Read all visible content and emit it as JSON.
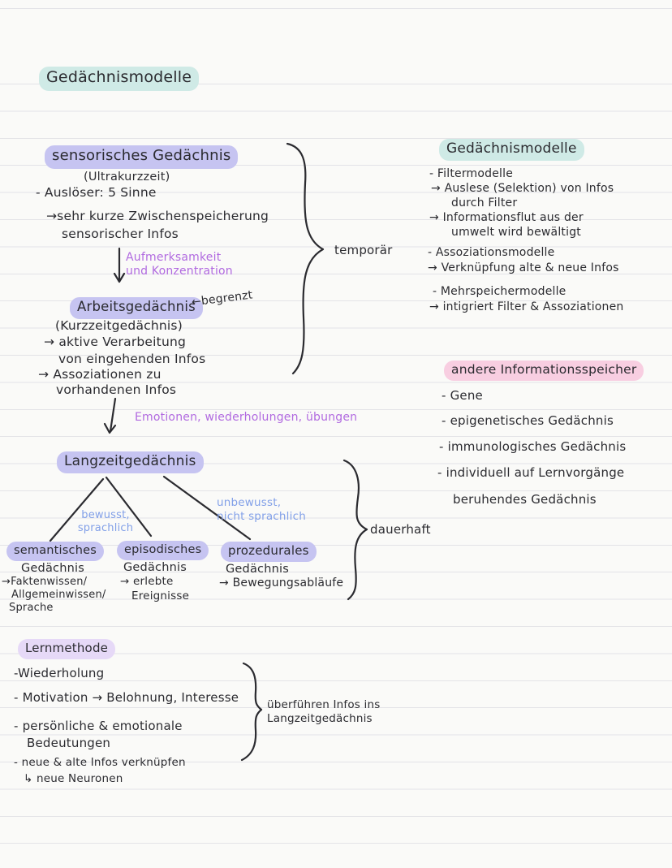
{
  "colors": {
    "paper": "#fafaf8",
    "ink": "#2b2b30",
    "ruled_line": "#e3e3e7",
    "highlight_teal": "#cfeae6",
    "highlight_periwinkle": "#c6c4f1",
    "highlight_pink": "#f8cee1",
    "highlight_lilac": "#e6d9f7",
    "accent_purple_text": "#b16ae0",
    "accent_blue_text": "#82a0e8"
  },
  "title": "Gedächnismodelle",
  "sensory": {
    "heading": "sensorisches Gedächnis",
    "subheading": "(Ultrakurzzeit)",
    "lines": [
      "- Auslöser: 5 Sinne",
      "→sehr kurze Zwischenspeicherung",
      "sensorischer Infos"
    ]
  },
  "attention_note": [
    "Aufmerksamkeit",
    "und Konzentration"
  ],
  "working": {
    "heading": "Arbeitsgedächnis",
    "annotation": "←begrenzt",
    "subheading": "(Kurzzeitgedächnis)",
    "lines": [
      "→ aktive Verarbeitung",
      "von eingehenden Infos",
      "→ Assoziationen zu",
      "vorhandenen Infos"
    ]
  },
  "transition_note": "Emotionen, wiederholungen, übungen",
  "longterm": {
    "heading": "Langzeitgedächnis",
    "branch_left": [
      "bewusst,",
      "sprachlich"
    ],
    "branch_right": [
      "unbewusst,",
      "nicht sprachlich"
    ]
  },
  "semantic": {
    "heading": "semantisches",
    "subheading": "Gedächnis",
    "lines": [
      "→Faktenwissen/",
      "Allgemeinwissen/",
      "Sprache"
    ]
  },
  "episodic": {
    "heading": "episodisches",
    "subheading": "Gedächnis",
    "lines": [
      "→ erlebte",
      "Ereignisse"
    ]
  },
  "procedural": {
    "heading": "prozedurales",
    "subheading": "Gedächnis",
    "lines": [
      "→ Bewegungsabläufe"
    ]
  },
  "brace_labels": {
    "temporary": "temporär",
    "permanent": "dauerhaft",
    "transfer": [
      "überführen Infos ins",
      "Langzeitgedächnis"
    ]
  },
  "models": {
    "heading": "Gedächnismodelle",
    "lines": [
      "- Filtermodelle",
      "→ Auslese (Selektion) von Infos",
      "durch Filter",
      "→ Informationsflut aus der",
      "umwelt wird bewältigt",
      "- Assoziationsmodelle",
      "→ Verknüpfung alte & neue Infos",
      "- Mehrspeichermodelle",
      "→ intigriert Filter & Assoziationen"
    ]
  },
  "other_stores": {
    "heading": "andere Informationsspeicher",
    "lines": [
      "- Gene",
      "- epigenetisches Gedächnis",
      "- immunologisches Gedächnis",
      "- individuell auf Lernvorgänge",
      "beruhendes Gedächnis"
    ]
  },
  "methods": {
    "heading": "Lernmethode",
    "lines": [
      "-Wiederholung",
      "- Motivation → Belohnung, Interesse",
      "- persönliche & emotionale",
      "Bedeutungen",
      "- neue & alte Infos verknüpfen",
      "↳ neue Neuronen"
    ]
  }
}
